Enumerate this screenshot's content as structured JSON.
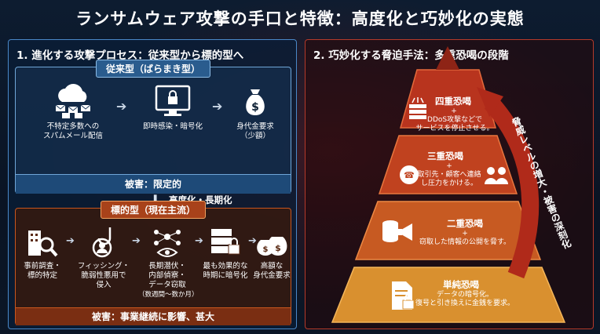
{
  "title": "ランサムウェア攻撃の手口と特徴：高度化と巧妙化の実態",
  "left": {
    "heading": "1. 進化する攻撃プロセス：従来型から標的型へ",
    "traditional": {
      "tag": "従来型（ばらまき型）",
      "steps": [
        {
          "l1": "不特定多数への",
          "l2": "スパムメール配信"
        },
        {
          "l1": "即時感染・暗号化",
          "l2": ""
        },
        {
          "l1": "身代金要求",
          "l2": "（少額）"
        }
      ],
      "damage": "被害：限定的"
    },
    "transition": "高度化・長期化",
    "targeted": {
      "tag": "標的型（現在主流）",
      "steps": [
        {
          "l1": "事前調査・",
          "l2": "標的特定",
          "l3": ""
        },
        {
          "l1": "フィッシング・",
          "l2": "脆弱性悪用で",
          "l3": "侵入"
        },
        {
          "l1": "長期潜伏・",
          "l2": "内部偵察・",
          "l3": "データ窃取",
          "l4": "（数週間〜数か月）"
        },
        {
          "l1": "最も効果的な",
          "l2": "時期に暗号化",
          "l3": ""
        },
        {
          "l1": "高額な",
          "l2": "身代金要求",
          "l3": ""
        }
      ],
      "damage": "被害：事業継続に影響、甚大"
    }
  },
  "right": {
    "heading": "2. 巧妙化する脅迫手法：多重恐喝の段階",
    "tiers": [
      {
        "title": "四重恐喝",
        "plus": "+",
        "d1": "DDoS攻撃などで",
        "d2": "サービスを停止させる。",
        "color": "#b8341e"
      },
      {
        "title": "三重恐喝",
        "plus": "+",
        "d1": "取引先・顧客へ連絡",
        "d2": "し圧力をかける。",
        "color": "#c0421f"
      },
      {
        "title": "二重恐喝",
        "plus": "+",
        "d1": "窃取した情報の公開を脅す。",
        "d2": "",
        "color": "#c75a22"
      },
      {
        "title": "単純恐喝",
        "plus": "",
        "d1": "データの暗号化。",
        "d2": "復号と引き換えに金銭を要求。",
        "color": "#d9902f"
      }
    ],
    "arrow_label": "脅威レベルの増大・被害の深刻化"
  }
}
